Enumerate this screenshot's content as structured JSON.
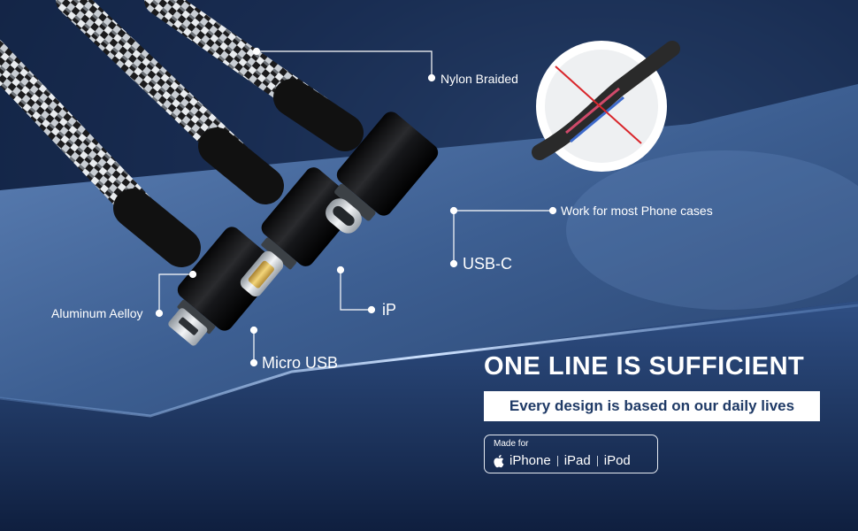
{
  "callouts": {
    "nylon_braided": "Nylon Braided",
    "phone_cases": "Work for most Phone cases",
    "usb_c": "USB-C",
    "ip": "iP",
    "micro_usb": "Micro USB",
    "aluminum_alloy": "Aluminum Aelloy"
  },
  "headline": "ONE LINE IS SUFFICIENT",
  "subheadline": "Every design is based on our daily lives",
  "badge": {
    "made_for": "Made for",
    "devices": [
      "iPhone",
      "iPad",
      "iPod"
    ],
    "logo_icon": "apple-logo-icon"
  },
  "colors": {
    "background_dark": "#0d1a33",
    "background_light": "#3a5a88",
    "subheadline_text": "#1f3a66",
    "inset_strike": "#d9262b"
  }
}
